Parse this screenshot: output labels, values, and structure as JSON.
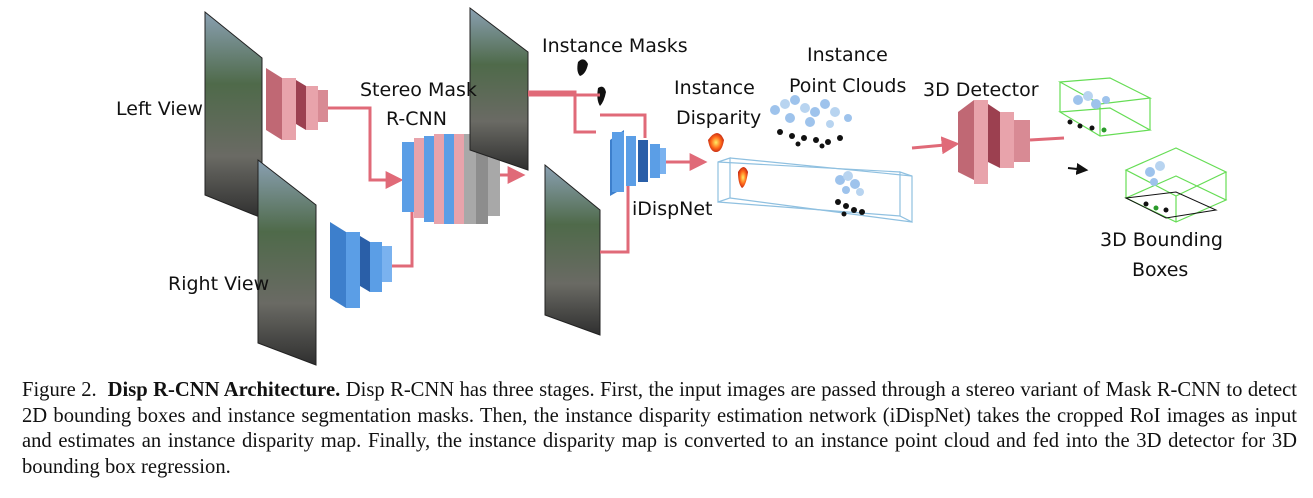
{
  "figure": {
    "labels": {
      "left_view": "Left View",
      "right_view": "Right View",
      "stereo_mask_line1": "Stereo Mask",
      "stereo_mask_line2": "R-CNN",
      "instance_masks": "Instance Masks",
      "instance_disparity_line1": "Instance",
      "instance_disparity_line2": "Disparity",
      "idispnet": "iDispNet",
      "instance_point_clouds_line1": "Instance",
      "instance_point_clouds_line2": "Point Clouds",
      "detector_3d": "3D Detector",
      "bounding_boxes_line1": "3D Bounding",
      "bounding_boxes_line2": "Boxes"
    },
    "colors": {
      "pink": "#e8a3ab",
      "blue": "#5b9ee6",
      "gray": "#a8a8a8",
      "arrow": "#e06a78",
      "cloud": "#9ec3ec",
      "box_green": "#66dd55"
    }
  },
  "caption": {
    "figure_number": "Figure 2.",
    "title": "Disp R-CNN Architecture.",
    "text": "Disp R-CNN has three stages. First, the input images are passed through a stereo variant of Mask R-CNN to detect 2D bounding boxes and instance segmentation masks. Then, the instance disparity estimation network (iDispNet) takes the cropped RoI images as input and estimates an instance disparity map. Finally, the instance disparity map is converted to an instance point cloud and fed into the 3D detector for 3D bounding box regression."
  }
}
